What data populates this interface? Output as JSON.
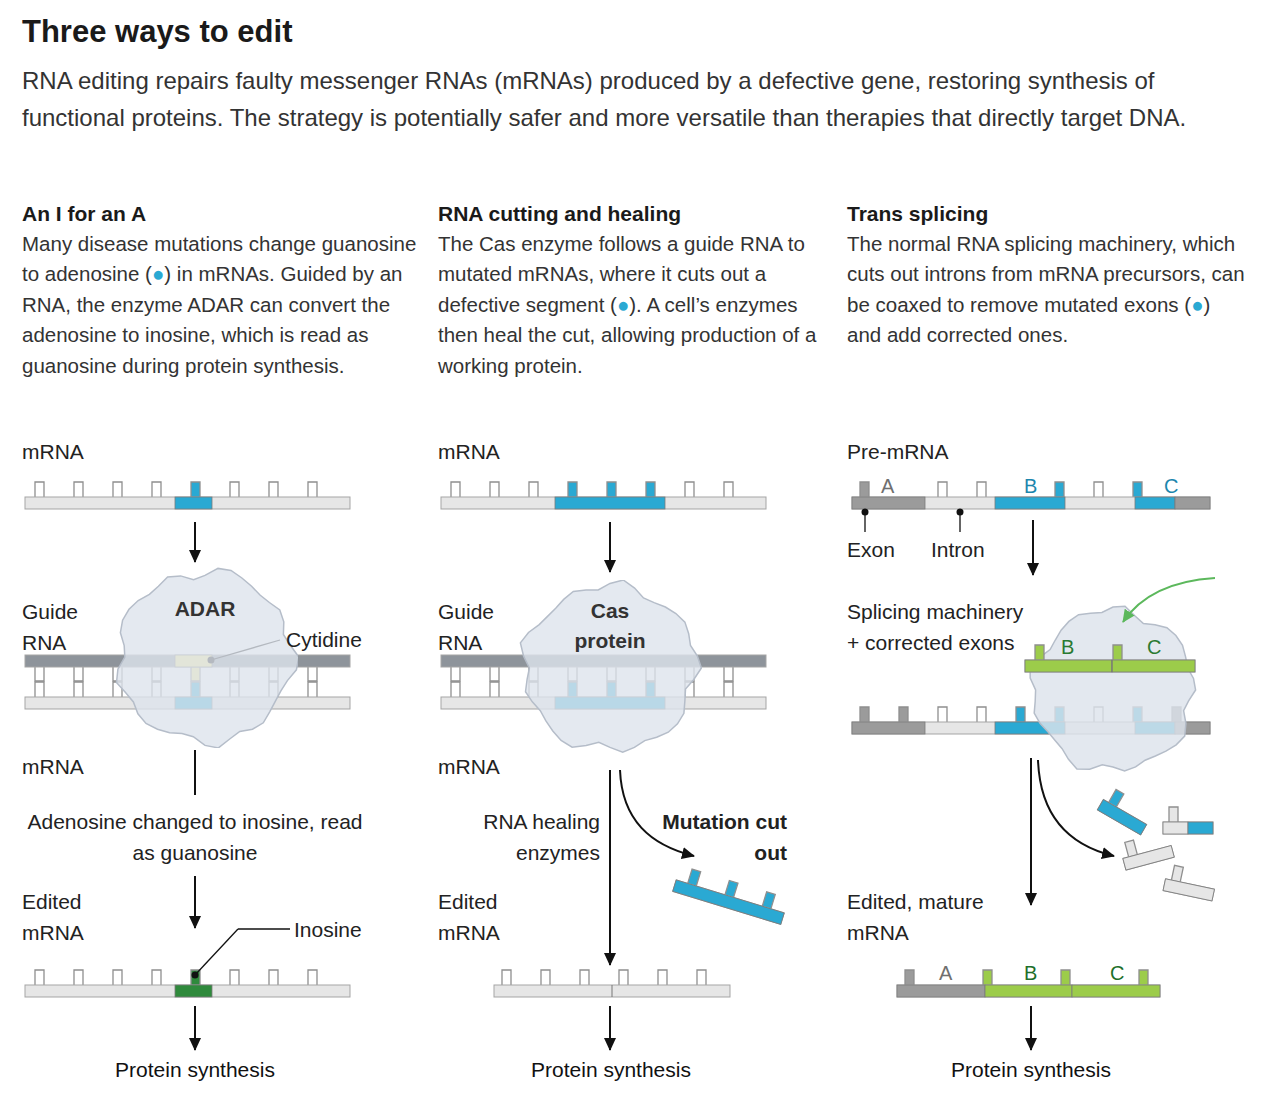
{
  "diagram": {
    "title": "Three ways to edit",
    "caption": "RNA editing repairs faulty messenger RNAs (mRNAs) produced by a defective gene, restoring synthesis of functional proteins. The strategy is potentially safer and more versatile than therapies that directly target DNA.",
    "nodes": [
      {
        "text": [
          "ADAR"
        ]
      },
      {
        "text": [
          "Cas protein"
        ]
      }
    ],
    "labels": [
      "An I for an A",
      "Many disease mutations change guanosine to adenosine (●) in mRNAs. Guided by an RNA, the enzyme ADAR can convert the adenosine to inosine, which is read as guanosine during protein synthesis.",
      "RNA cutting and healing",
      "The Cas enzyme follows a guide RNA to mutated mRNAs, where it cuts out a defective segment (●). A cell’s enzymes then heal the cut, allowing production of a working protein.",
      "Trans splicing",
      "The normal RNA splicing machinery, which cuts out introns from mRNA precursors, can be coaxed to remove mutated exons (●) and add corrected ones.",
      "mRNA",
      "Guide RNA",
      "Cytidine",
      "mRNA",
      "Adenosine changed to inosine, read as guanosine",
      "Edited mRNA",
      "Inosine",
      "Protein synthesis",
      "mRNA",
      "Guide RNA",
      "mRNA",
      "RNA healing enzymes",
      "Mutation cut out",
      "Edited mRNA",
      "Protein synthesis",
      "Pre-mRNA",
      "A",
      "B",
      "C",
      "Exon",
      "Intron",
      "Splicing machinery + corrected exons",
      "B",
      "C",
      "Edited, mature mRNA",
      "A",
      "B",
      "C",
      "Protein synthesis"
    ]
  }
}
